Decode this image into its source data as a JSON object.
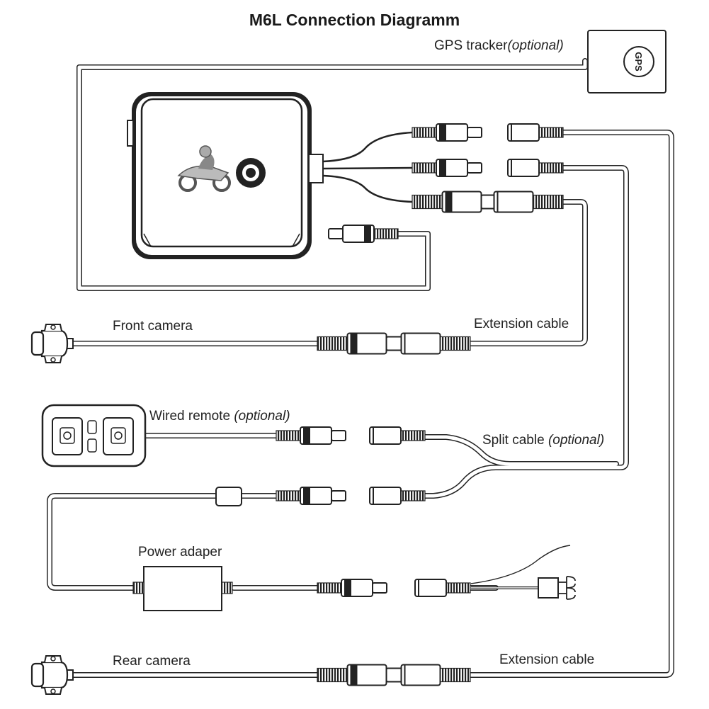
{
  "title": "M6L Connection Diagramm",
  "labels": {
    "gps_tracker": "GPS tracker",
    "gps_tracker_note": "(optional)",
    "front_camera": "Front camera",
    "extension_cable_front": "Extension cable",
    "wired_remote": "Wired remote",
    "wired_remote_note": "(optional)",
    "split_cable": "Split cable",
    "split_cable_note": "(optional)",
    "power_adapter": "Power adaper",
    "rear_camera": "Rear camera",
    "extension_cable_rear": "Extension cable"
  },
  "gps_module": {
    "text": "GPS"
  },
  "icons": {
    "main_unit": "dvr-main-unit-icon",
    "motorcycle": "motorcycle-rider-icon",
    "camera_front": "bullet-camera-icon",
    "camera_rear": "bullet-camera-icon",
    "remote": "wired-remote-icon",
    "power": "power-adapter-box-icon",
    "fork_terminals": "fork-terminal-icon"
  },
  "colors": {
    "line": "#222222",
    "background": "#ffffff"
  }
}
